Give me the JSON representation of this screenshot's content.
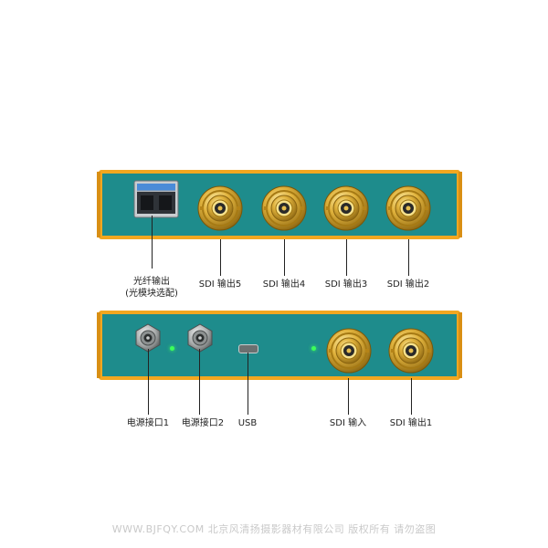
{
  "labels": {
    "fiber_output": "光纤输出",
    "fiber_output_note": "(光模块选配)",
    "sdi_out_5": "SDI 输出5",
    "sdi_out_4": "SDI 输出4",
    "sdi_out_3": "SDI 输出3",
    "sdi_out_2": "SDI 输出2",
    "power_port_1": "电源接口1",
    "power_port_2": "电源接口2",
    "usb": "USB",
    "sdi_in": "SDI 输入",
    "sdi_out_1": "SDI 输出1"
  },
  "watermark": "WWW.BJFQY.COM 北京风清扬摄影器材有限公司 版权所有 请勿盗图",
  "colors": {
    "panel_body": "#1e8c8c",
    "panel_frame": "#f2a720",
    "connector_gold": "#d4a532",
    "led_green": "#3cff5a"
  },
  "icons": {
    "bnc": "bnc-connector-icon",
    "sfp": "sfp-module-icon",
    "power": "power-connector-icon",
    "usb": "usb-port-icon",
    "led": "status-led-icon"
  }
}
